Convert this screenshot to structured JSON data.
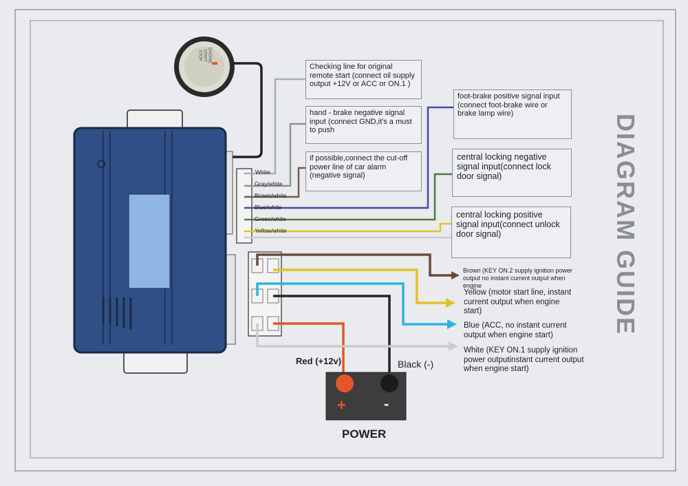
{
  "title": "DIAGRAM GUIDE",
  "start_button": {
    "text": "ENGINE START STOP"
  },
  "input_wires": [
    "White",
    "Gray/white",
    "Brown/white",
    "Blue/white",
    "Green/white",
    "Yellow/white"
  ],
  "input_notes": [
    "Checking line for original remote start (connect oil supply output +12V or ACC or ON.1 )",
    "hand - brake negative signal input (connect GND,it's a must to push",
    "if possible,connect the cut-off power line of car alarm (negative signal)",
    "foot-brake positive signal input (connect foot-brake wire or brake lamp wire)",
    "central locking negative signal input(connect lock door signal)",
    "central locking positive signal input(connect unlock door signal)"
  ],
  "outputs": [
    {
      "text": "Brown (KEY ON.2 supply ignition power output no instant current output when engine",
      "color": "#6b4a3a"
    },
    {
      "text": "Yellow (motor start line, instant current output when engine start)",
      "color": "#e8c21c"
    },
    {
      "text": "Blue (ACC, no instant current output when engine start)",
      "color": "#2fb1e2"
    },
    {
      "text": "White (KEY ON.1 supply ignition power outputinstant current output when engine start)",
      "color": "#c9ccd0"
    }
  ],
  "power": {
    "label": "POWER",
    "red_label": "Red  (+12v)",
    "black_label": "Black (-)",
    "plus": "+",
    "minus": "-"
  },
  "colors": {
    "module": "#2f4f86",
    "red": "#e2572a",
    "blue_wire": "#4b48a8",
    "green_wire": "#4f7a3a",
    "yellow_wire": "#e3c324"
  }
}
